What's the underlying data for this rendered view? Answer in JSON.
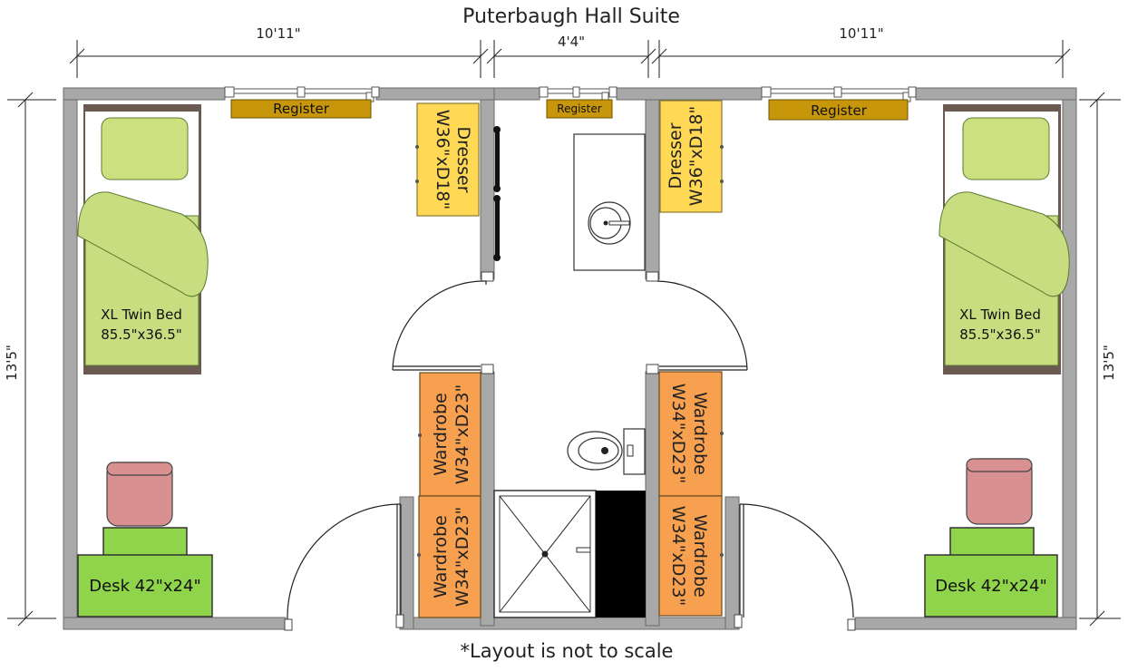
{
  "title": "Puterbaugh Hall Suite",
  "footnote": "*Layout is not to scale",
  "dimensions": {
    "left_width": "10'11\"",
    "bath_width": "4'4\"",
    "right_width": "10'11\"",
    "left_height": "13'5\"",
    "right_height": "13'5\""
  },
  "left_room": {
    "register": "Register",
    "dresser_label": "Dresser",
    "dresser_size": "W36\"xD18\"",
    "bed_label": "XL Twin Bed",
    "bed_size": "85.5\"x36.5\"",
    "desk_label": "Desk 42\"x24\""
  },
  "bathroom": {
    "register": "Register"
  },
  "wardrobes": {
    "label": "Wardrobe",
    "size": "W34\"xD23\""
  },
  "right_room": {
    "register": "Register",
    "dresser_label": "Dresser",
    "dresser_size": "W36\"xD18\"",
    "bed_label": "XL Twin Bed",
    "bed_size": "85.5\"x36.5\"",
    "desk_label": "Desk 42\"x24\""
  },
  "colors": {
    "wall": "#a8a8a8",
    "register": "#c8960a",
    "dresser": "#ffd855",
    "wardrobe": "#f7a050",
    "desk": "#8fd44a",
    "bedding": "#c8dd80",
    "chair": "#d99090"
  }
}
